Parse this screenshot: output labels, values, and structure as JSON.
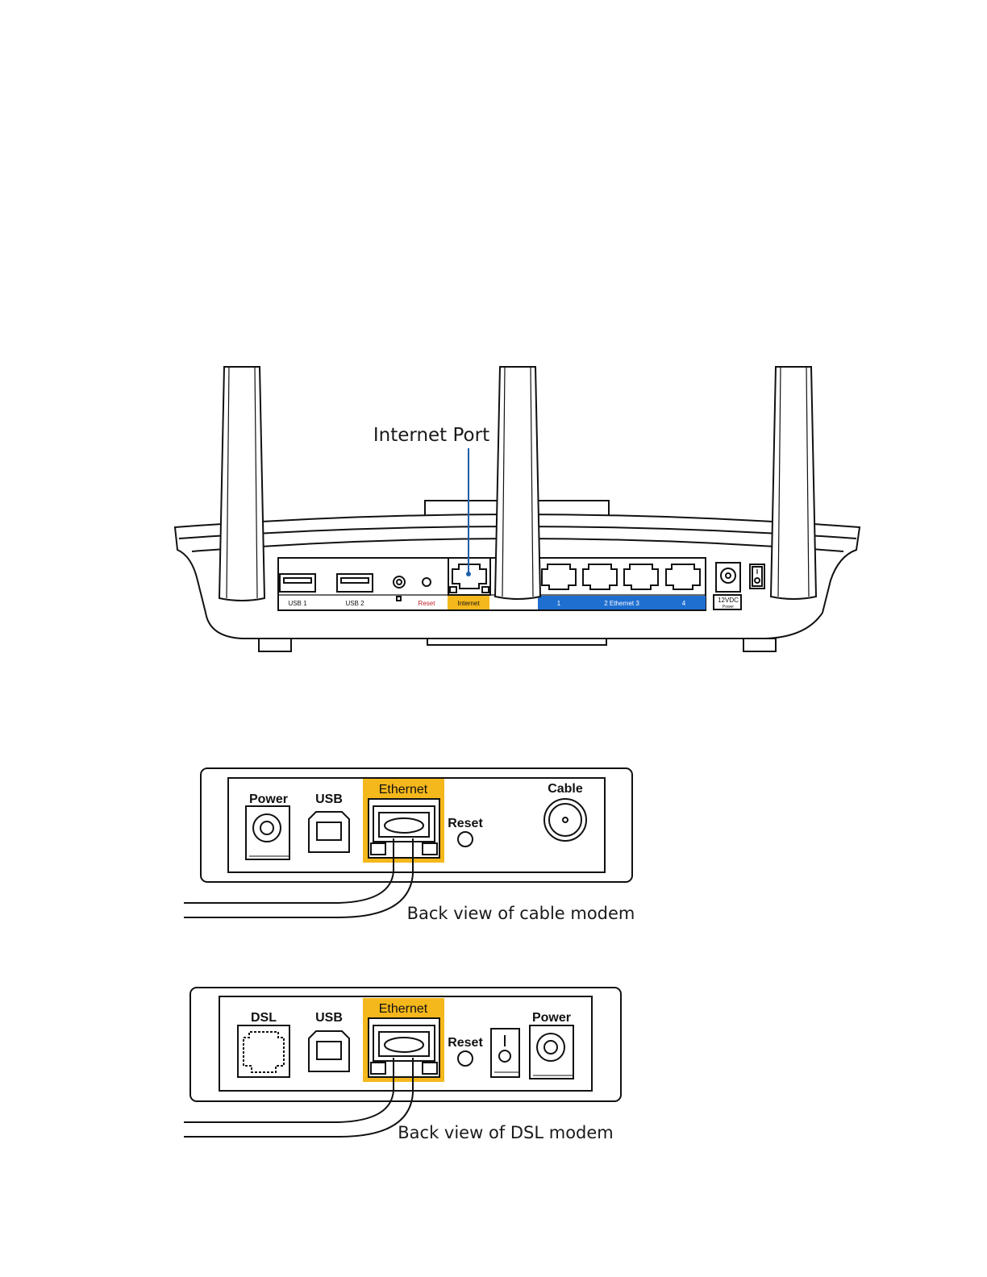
{
  "router": {
    "callout_label": "Internet Port",
    "ports": {
      "usb1": "USB 1",
      "usb2": "USB 2",
      "reset": "Reset",
      "internet": "Internet",
      "eth1": "1",
      "eth_middle": "2  Ethernet  3",
      "eth4": "4",
      "power_voltage": "12VDC",
      "power": "Power"
    }
  },
  "cable_modem": {
    "labels": {
      "power": "Power",
      "usb": "USB",
      "ethernet": "Ethernet",
      "reset": "Reset",
      "cable": "Cable"
    },
    "caption": "Back view of cable modem"
  },
  "dsl_modem": {
    "labels": {
      "dsl": "DSL",
      "usb": "USB",
      "ethernet": "Ethernet",
      "reset": "Reset",
      "power": "Power"
    },
    "caption": "Back view of DSL modem"
  },
  "colors": {
    "highlight_yellow": "#f5b81c",
    "ethernet_blue": "#1f6fd1",
    "callout_blue": "#1d5fa8",
    "reset_red": "#c0202a"
  }
}
